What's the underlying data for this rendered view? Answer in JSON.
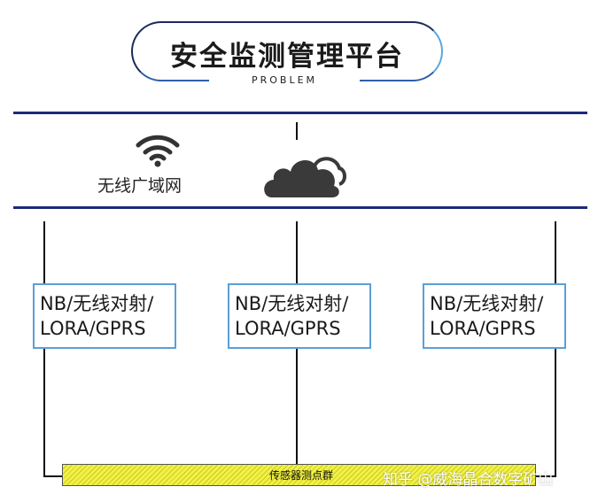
{
  "header": {
    "title": "安全监测管理平台",
    "subtitle": "PROBLEM"
  },
  "network": {
    "wireless_label": "无线广域网",
    "wifi_icon": "wifi-icon",
    "cloud_icon": "cloud-icon"
  },
  "nodes": [
    {
      "line1": "NB/无线对射/",
      "line2": "LORA/GPRS"
    },
    {
      "line1": "NB/无线对射/",
      "line2": "LORA/GPRS"
    },
    {
      "line1": "NB/无线对射/",
      "line2": "LORA/GPRS"
    }
  ],
  "sensor_group": {
    "label": "传感器测点群"
  },
  "watermark": "知乎 @威海晶合数字矿山",
  "colors": {
    "bus_line": "#1e2a78",
    "node_border": "#5a9fd8",
    "cloud": "#3a3a3a",
    "sensor_fill": "#f2f244"
  }
}
